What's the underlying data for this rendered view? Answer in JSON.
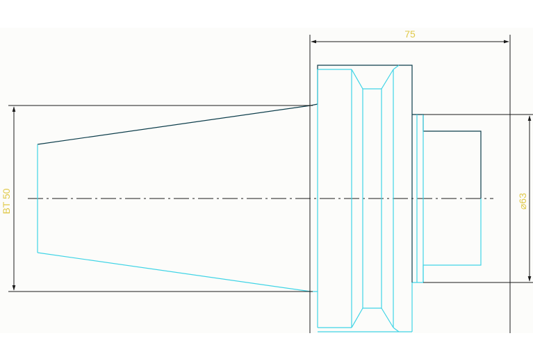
{
  "drawing": {
    "dimensions": {
      "top_width": "75",
      "left_height": "BT 50",
      "right_diameter": "⌀63"
    },
    "colors": {
      "background": "#ffffff",
      "panel": "#fcfcfa",
      "outline_dark": "#0b3c4a",
      "outline_cyan": "#3fd4e6",
      "dimension_line": "#1a1a1a",
      "dimension_text": "#e0c94a",
      "centerline": "#1a1a1a"
    }
  }
}
